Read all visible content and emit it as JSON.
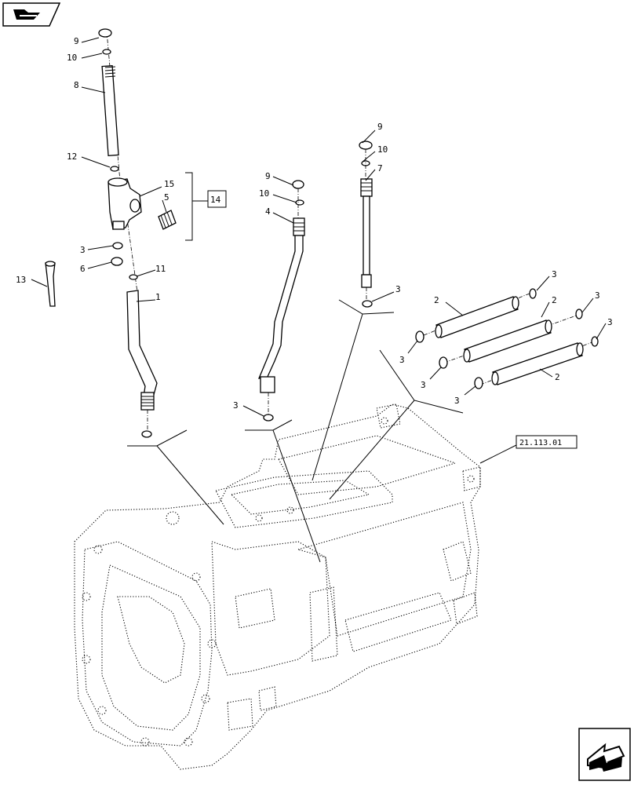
{
  "callouts": {
    "c9a": "9",
    "c10a": "10",
    "c8": "8",
    "c12": "12",
    "c15": "15",
    "c5": "5",
    "c14": "14",
    "c3a": "3",
    "c6": "6",
    "c11": "11",
    "c1": "1",
    "c13": "13",
    "c9b": "9",
    "c10b": "10",
    "c4": "4",
    "c3b": "3",
    "c9c": "9",
    "c10c": "10",
    "c7": "7",
    "c3c": "3",
    "c2a": "2",
    "c2b": "2",
    "c2c": "2",
    "c3d": "3",
    "c3e": "3",
    "c3f": "3",
    "c3g": "3",
    "c3h": "3",
    "c3i": "3"
  },
  "reference": {
    "label": "21.113.01"
  },
  "icons": {
    "top_left": "book-arrow-icon",
    "bottom_right": "next-page-arrow-icon"
  }
}
